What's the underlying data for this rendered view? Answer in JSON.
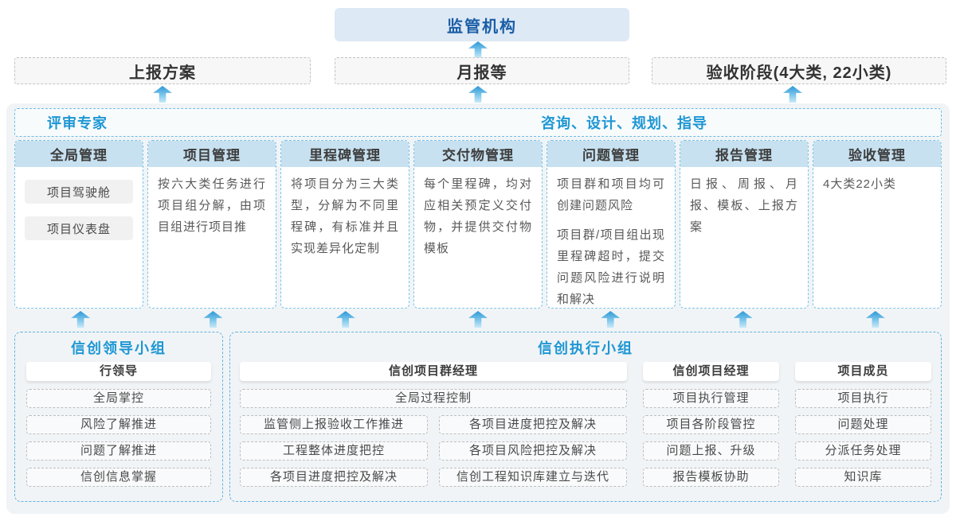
{
  "colors": {
    "accent_blue": "#1e97d4",
    "dark_blue": "#1b5ea6",
    "top_box_bg": "#dde9f5",
    "column_header_bg": "#c7e1f0",
    "container_bg": "#f1f4f6",
    "dashed_blue_border": "#7cc3e9",
    "arrow_blue": "#2e98d5"
  },
  "top": {
    "regulator": "监管机构"
  },
  "channels": [
    {
      "label": "上报方案"
    },
    {
      "label": "月报等"
    },
    {
      "label": "验收阶段(4大类, 22小类)"
    }
  ],
  "experts": {
    "left": "评审专家",
    "right": "咨询、设计、规划、指导"
  },
  "columns": [
    {
      "title": "全局管理",
      "pill1": "项目驾驶舱",
      "pill2": "项目仪表盘"
    },
    {
      "title": "项目管理",
      "p1": "按六大类任务进行项目组分解，由项目组进行项目推"
    },
    {
      "title": "里程碑管理",
      "p1": "将项目分为三大类型，分解为不同里程碑，有标准并且实现差异化定制"
    },
    {
      "title": "交付物管理",
      "p1": "每个里程碑，均对应相关预定义交付物，并提供交付物模板"
    },
    {
      "title": "问题管理",
      "p1": "项目群和项目均可创建问题风险",
      "p2": "项目群/项目组出现里程碑超时，提交问题风险进行说明和解决"
    },
    {
      "title": "报告管理",
      "p1": "日报、周报、月报、模板、上报方案"
    },
    {
      "title": "验收管理",
      "p1": "4大类22小类"
    }
  ],
  "leadership": {
    "title": "信创领导小组",
    "role": "行领导",
    "items": [
      "全局掌控",
      "风险了解推进",
      "问题了解推进",
      "信创信息掌握"
    ]
  },
  "execution": {
    "title": "信创执行小组",
    "gm": {
      "role": "信创项目群经理",
      "full": "全局过程控制",
      "left": [
        "监管侧上报验收工作推进",
        "工程整体进度把控",
        "各项目进度把控及解决"
      ],
      "right": [
        "各项目进度把控及解决",
        "各项目风险把控及解决",
        "信创工程知识库建立与迭代"
      ]
    },
    "pm": {
      "role": "信创项目经理",
      "items": [
        "项目执行管理",
        "项目各阶段管控",
        "问题上报、升级",
        "报告模板协助"
      ]
    },
    "member": {
      "role": "项目成员",
      "items": [
        "项目执行",
        "问题处理",
        "分派任务处理",
        "知识库"
      ]
    }
  }
}
